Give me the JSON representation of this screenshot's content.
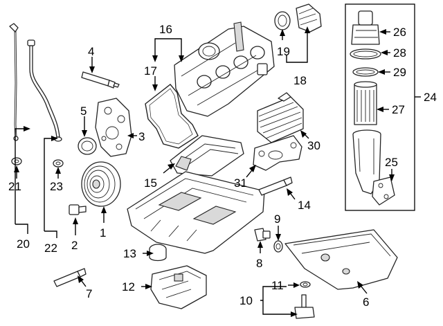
{
  "diagram": {
    "callouts": [
      {
        "id": "c1",
        "label": "1"
      },
      {
        "id": "c2",
        "label": "2"
      },
      {
        "id": "c3",
        "label": "3"
      },
      {
        "id": "c4",
        "label": "4"
      },
      {
        "id": "c5",
        "label": "5"
      },
      {
        "id": "c6",
        "label": "6"
      },
      {
        "id": "c7",
        "label": "7"
      },
      {
        "id": "c8",
        "label": "8"
      },
      {
        "id": "c9",
        "label": "9"
      },
      {
        "id": "c10",
        "label": "10"
      },
      {
        "id": "c11",
        "label": "11"
      },
      {
        "id": "c12",
        "label": "12"
      },
      {
        "id": "c13",
        "label": "13"
      },
      {
        "id": "c14",
        "label": "14"
      },
      {
        "id": "c15",
        "label": "15"
      },
      {
        "id": "c16",
        "label": "16"
      },
      {
        "id": "c17",
        "label": "17"
      },
      {
        "id": "c18",
        "label": "18"
      },
      {
        "id": "c19",
        "label": "19"
      },
      {
        "id": "c20",
        "label": "20"
      },
      {
        "id": "c21",
        "label": "21"
      },
      {
        "id": "c22",
        "label": "22"
      },
      {
        "id": "c23",
        "label": "23"
      },
      {
        "id": "c24",
        "label": "24"
      },
      {
        "id": "c25",
        "label": "25"
      },
      {
        "id": "c26",
        "label": "26"
      },
      {
        "id": "c27",
        "label": "27"
      },
      {
        "id": "c28",
        "label": "28"
      },
      {
        "id": "c29",
        "label": "29"
      },
      {
        "id": "c30",
        "label": "30"
      },
      {
        "id": "c31",
        "label": "31"
      }
    ],
    "colors": {
      "line": "#222222",
      "shade": "#d9d9d9",
      "background": "#ffffff"
    }
  }
}
